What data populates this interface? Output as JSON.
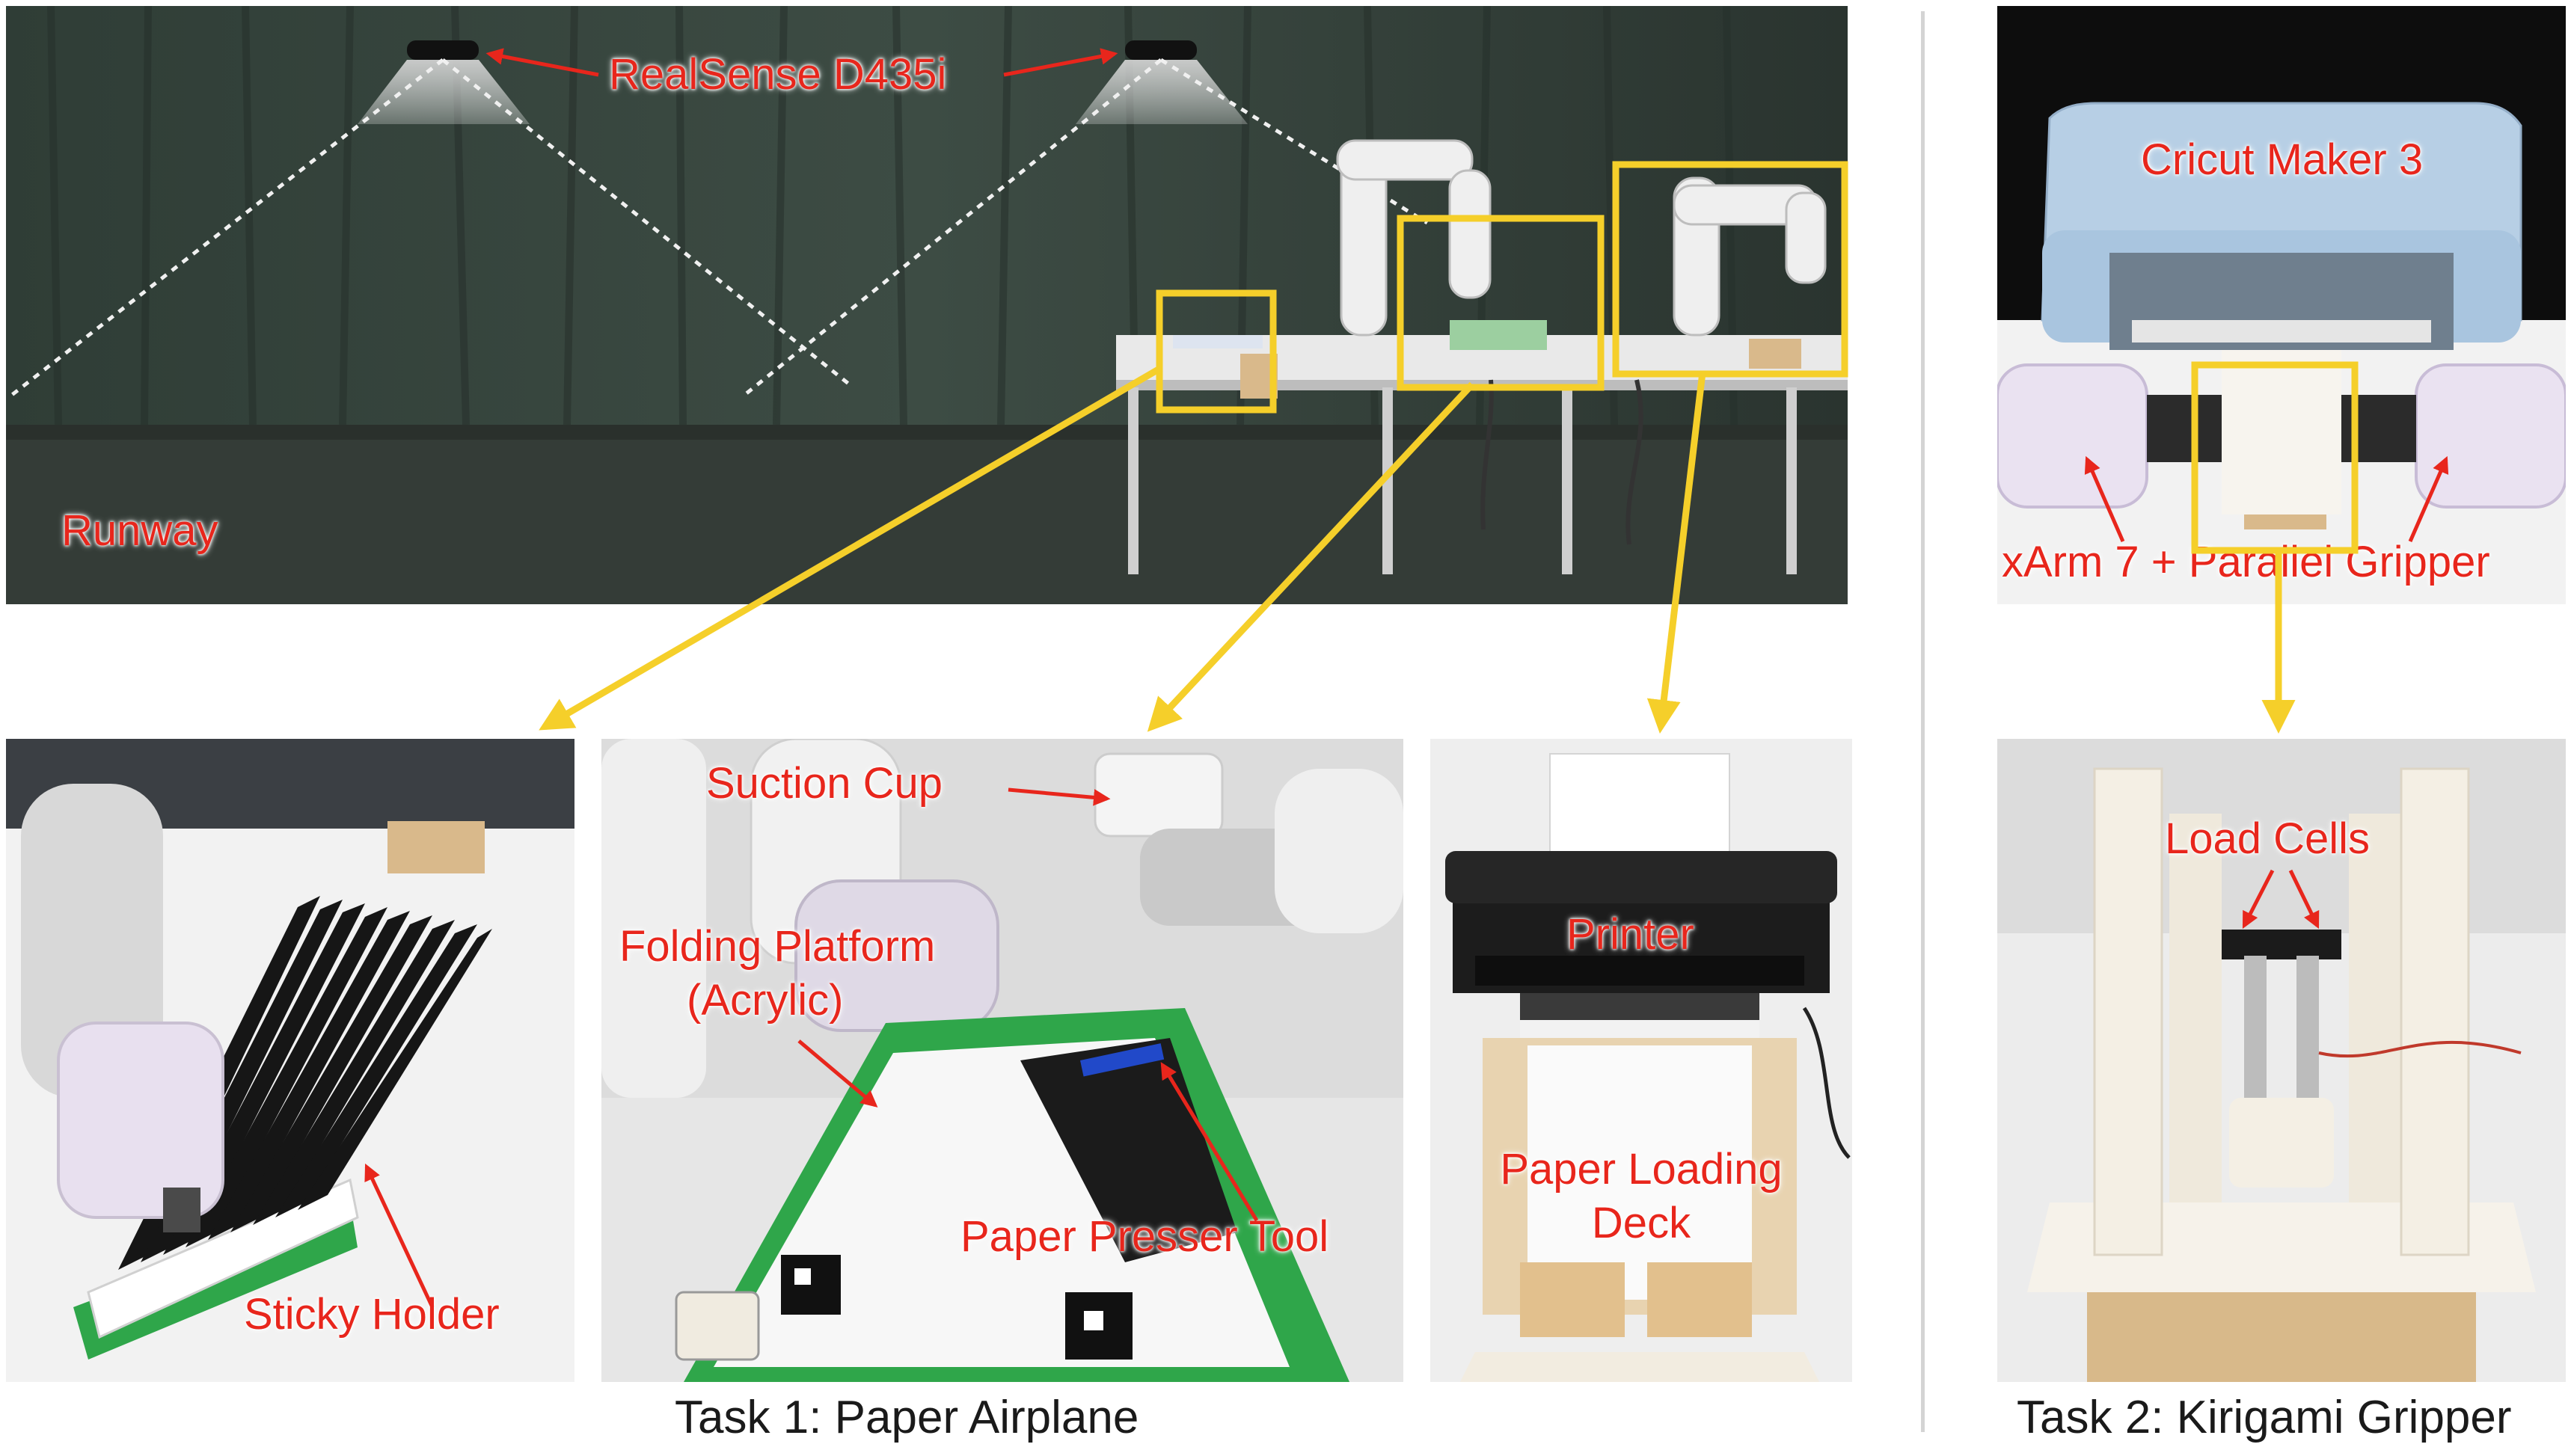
{
  "task1": {
    "caption": "Task 1: Paper Airplane",
    "overview": {
      "label_camera": "RealSense D435i",
      "label_runway": "Runway"
    },
    "holder_panel": {
      "label": "Sticky Holder"
    },
    "folding_panel": {
      "label_suction": "Suction Cup",
      "label_platform_line1": "Folding Platform",
      "label_platform_line2": "(Acrylic)",
      "label_presser": "Paper Presser Tool"
    },
    "printer_panel": {
      "label_printer": "Printer",
      "label_deck_line1": "Paper Loading",
      "label_deck_line2": "Deck"
    }
  },
  "task2": {
    "caption": "Task 2: Kirigami Gripper",
    "cutter_panel": {
      "label_cutter": "Cricut Maker 3",
      "label_arm": "xArm 7 + Parallel Gripper"
    },
    "gripper_panel": {
      "label_cells": "Load Cells"
    }
  },
  "colors": {
    "label_red": "#e8261c",
    "highlight_yellow": "#f5cf2a",
    "curtain": "#3a4a42",
    "caption_text": "#1a1a1a"
  }
}
